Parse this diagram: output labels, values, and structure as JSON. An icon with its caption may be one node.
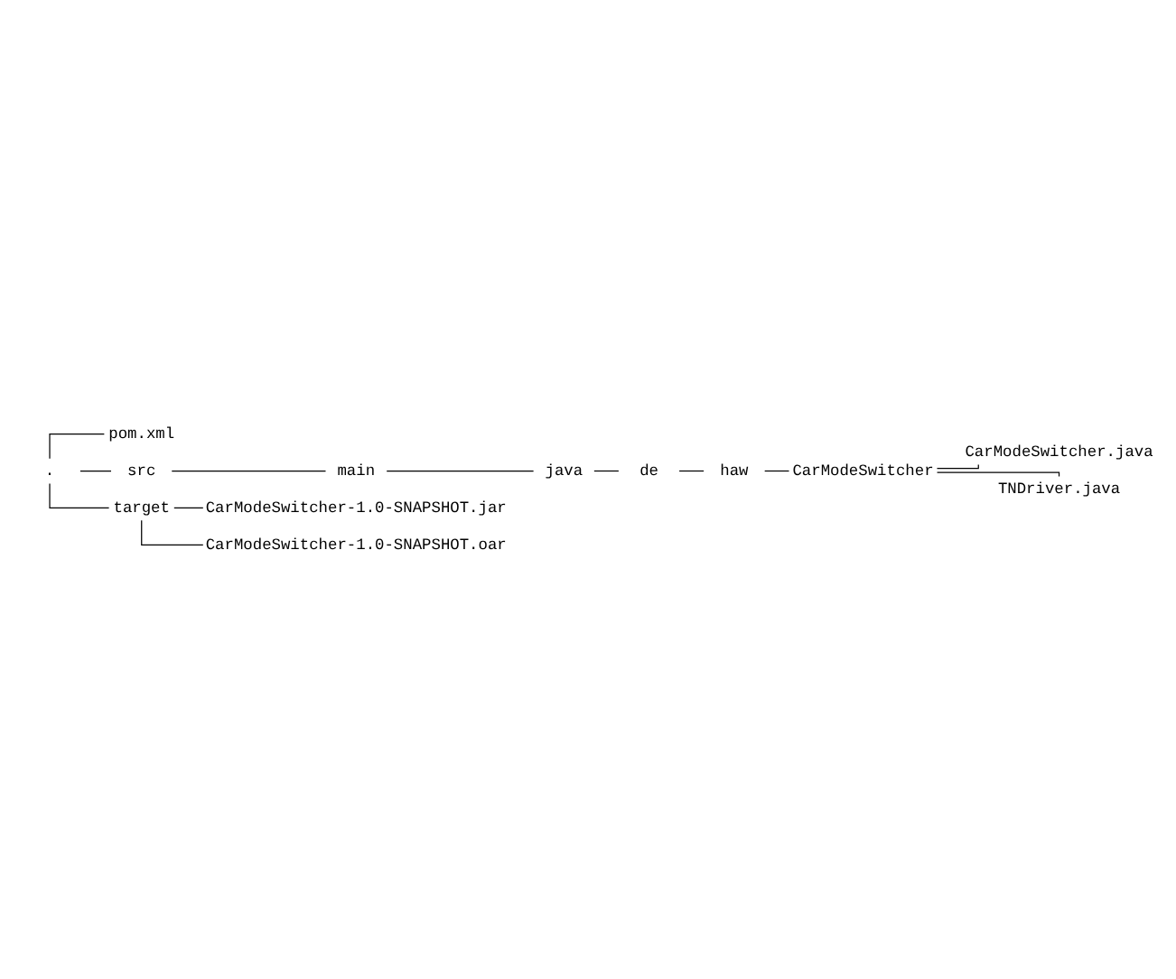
{
  "diagram": {
    "nodes": [
      {
        "text": [
          "."
        ]
      },
      {
        "text": [
          "pom.xml"
        ]
      },
      {
        "text": [
          "src"
        ]
      },
      {
        "text": [
          "main"
        ]
      },
      {
        "text": [
          "java"
        ]
      },
      {
        "text": [
          "de"
        ]
      },
      {
        "text": [
          "haw"
        ]
      },
      {
        "text": [
          "CarModeSwitcher"
        ]
      },
      {
        "text": [
          "CarModeSwitcher.java"
        ]
      },
      {
        "text": [
          "TNDriver.java"
        ]
      },
      {
        "text": [
          "target"
        ]
      },
      {
        "text": [
          "CarModeSwitcher-1.0-SNAPSHOT.jar"
        ]
      },
      {
        "text": [
          "CarModeSwitcher-1.0-SNAPSHOT.oar"
        ]
      }
    ],
    "edges": [
      {
        "from": 0,
        "to": 1,
        "arrow": "none"
      },
      {
        "from": 0,
        "to": 2,
        "arrow": "none"
      },
      {
        "from": 0,
        "to": 10,
        "arrow": "none"
      },
      {
        "from": 2,
        "to": 3,
        "arrow": "none"
      },
      {
        "from": 3,
        "to": 4,
        "arrow": "none"
      },
      {
        "from": 4,
        "to": 5,
        "arrow": "none"
      },
      {
        "from": 5,
        "to": 6,
        "arrow": "none"
      },
      {
        "from": 6,
        "to": 7,
        "arrow": "none"
      },
      {
        "from": 7,
        "to": 8,
        "arrow": "none"
      },
      {
        "from": 7,
        "to": 9,
        "arrow": "none"
      },
      {
        "from": 10,
        "to": 11,
        "arrow": "none"
      },
      {
        "from": 10,
        "to": 12,
        "arrow": "none"
      }
    ]
  }
}
